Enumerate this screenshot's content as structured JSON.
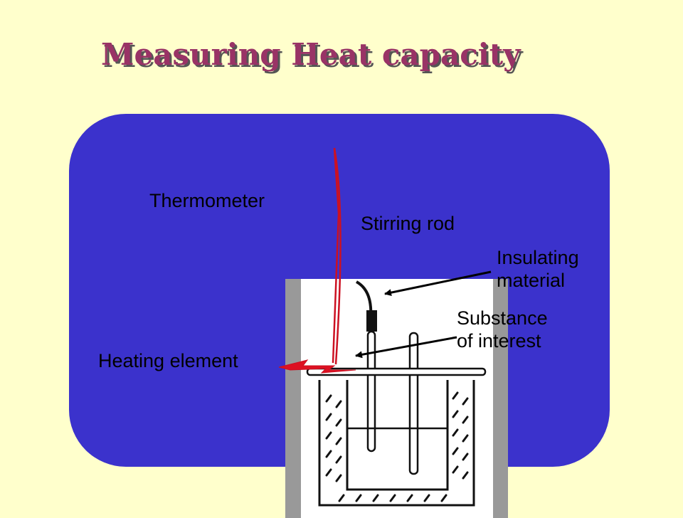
{
  "slide": {
    "title": "Measuring Heat capacity",
    "background_color": "#ffffcc",
    "title_color": "#993366",
    "panel_color": "#3b32cc"
  },
  "diagram": {
    "labels": {
      "thermometer": "Thermometer",
      "stirring_rod": "Stirring rod",
      "insulating_line1": "Insulating",
      "insulating_line2": "material",
      "substance_line1": "Substance",
      "substance_line2": "of interest",
      "heating_element": "Heating element"
    },
    "line_color": "#cc1122",
    "arrow_color": "#000000"
  }
}
